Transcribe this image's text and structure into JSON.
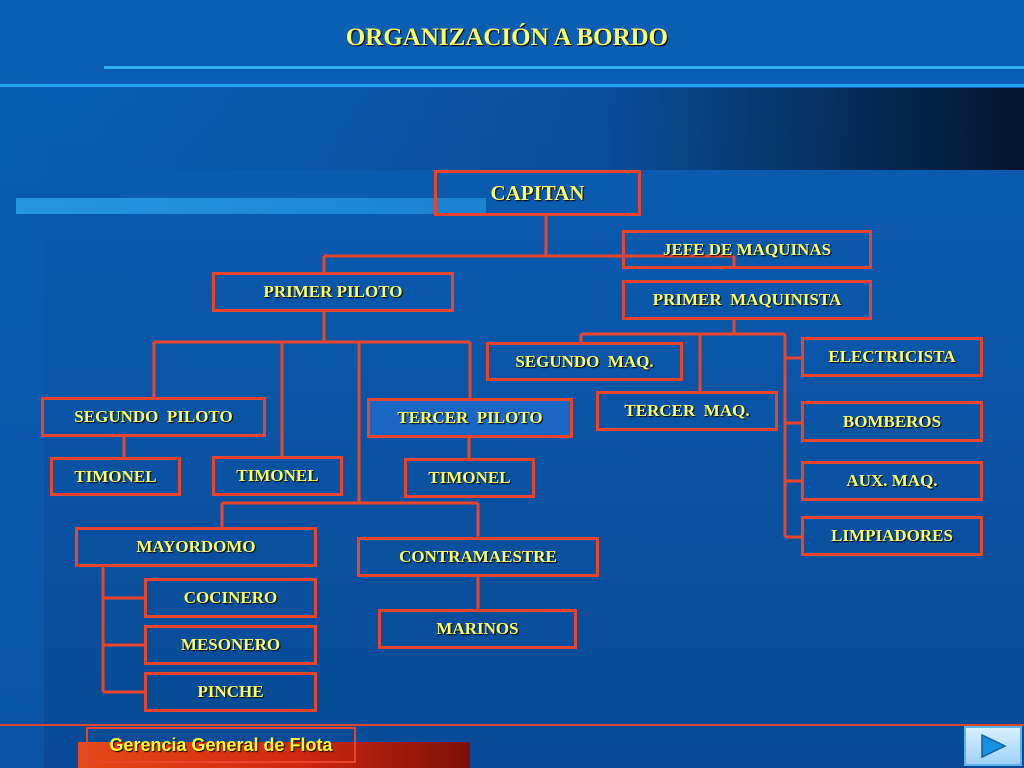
{
  "title": "ORGANIZACIÓN A BORDO",
  "colors": {
    "connector": "#e8452c",
    "text": "#ffff66",
    "background": "#0a5ab0"
  },
  "nodes": {
    "capitan": "CAPITAN",
    "jefe_maquinas": "JEFE DE MAQUINAS",
    "primer_piloto": "PRIMER PILOTO",
    "primer_maquinista": "PRIMER  MAQUINISTA",
    "segundo_maq": "SEGUNDO  MAQ.",
    "electricista": "ELECTRICISTA",
    "segundo_piloto": "SEGUNDO  PILOTO",
    "tercer_piloto": "TERCER  PILOTO",
    "tercer_maq": "TERCER  MAQ.",
    "bomberos": "BOMBEROS",
    "timonel_1": "TIMONEL",
    "timonel_2": "TIMONEL",
    "timonel_3": "TIMONEL",
    "aux_maq": "AUX. MAQ.",
    "limpiadores": "LIMPIADORES",
    "mayordomo": "MAYORDOMO",
    "contramaestre": "CONTRAMAESTRE",
    "cocinero": "COCINERO",
    "marinos": "MARINOS",
    "mesonero": "MESONERO",
    "pinche": "PINCHE"
  },
  "footer": {
    "label": "Gerencia General de Flota",
    "next_icon": "play-arrow-icon"
  }
}
